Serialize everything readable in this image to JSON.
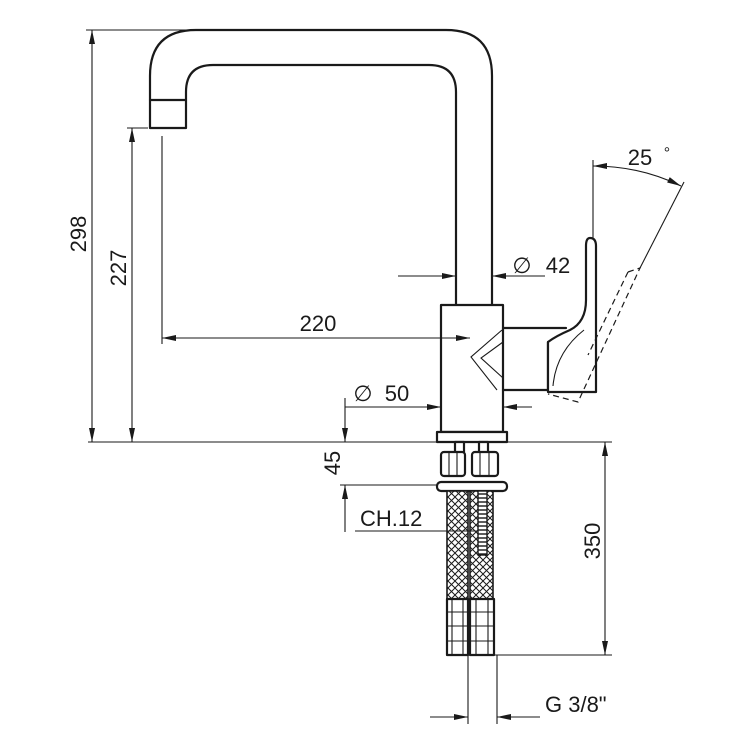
{
  "dimensions": {
    "overall_height": "298",
    "spout_height": "227",
    "spout_reach": "220",
    "lever_angle": "25",
    "degree_sign": "°",
    "diameter_symbol": "∅",
    "tube_diameter": "42",
    "body_diameter": "50",
    "base_height": "45",
    "wrench_size": "CH.12",
    "hose_length": "350",
    "thread": "G 3/8\""
  }
}
